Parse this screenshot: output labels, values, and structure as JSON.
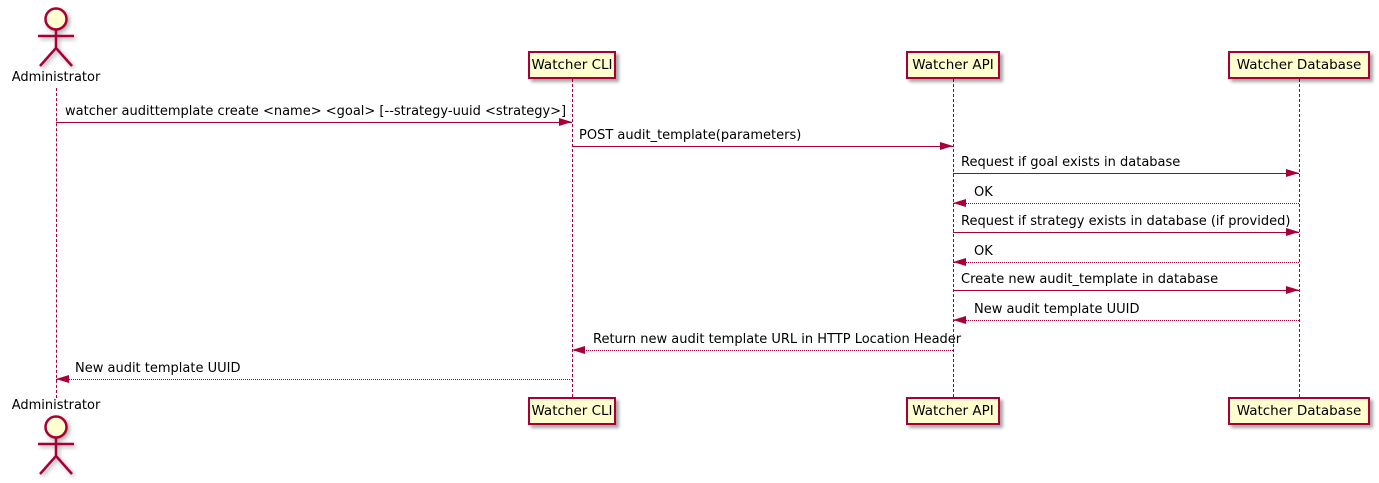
{
  "diagram": {
    "type": "uml-sequence-diagram",
    "colors": {
      "accent": "#A80036",
      "participant_fill": "#FEFECE",
      "text": "#000000",
      "background": "#FFFFFF"
    },
    "actor": {
      "label": "Administrator",
      "icon": "stick-figure-actor-icon"
    },
    "participants": [
      {
        "label": "Watcher CLI"
      },
      {
        "label": "Watcher API"
      },
      {
        "label": "Watcher Database"
      }
    ],
    "messages": [
      {
        "from": "Administrator",
        "to": "Watcher CLI",
        "style": "solid",
        "text": "watcher audittemplate create <name> <goal> [--strategy-uuid <strategy>]"
      },
      {
        "from": "Watcher CLI",
        "to": "Watcher API",
        "style": "solid",
        "text": "POST audit_template(parameters)"
      },
      {
        "from": "Watcher API",
        "to": "Watcher Database",
        "style": "solid",
        "text": "Request if goal exists in database"
      },
      {
        "from": "Watcher Database",
        "to": "Watcher API",
        "style": "dotted",
        "text": "OK"
      },
      {
        "from": "Watcher API",
        "to": "Watcher Database",
        "style": "solid",
        "text": "Request if strategy exists in database (if provided)"
      },
      {
        "from": "Watcher Database",
        "to": "Watcher API",
        "style": "dotted",
        "text": "OK"
      },
      {
        "from": "Watcher API",
        "to": "Watcher Database",
        "style": "solid",
        "text": "Create new audit_template in database"
      },
      {
        "from": "Watcher Database",
        "to": "Watcher API",
        "style": "dotted",
        "text": "New audit template UUID"
      },
      {
        "from": "Watcher API",
        "to": "Watcher CLI",
        "style": "dotted",
        "text": "Return new audit template URL in HTTP Location Header"
      },
      {
        "from": "Watcher CLI",
        "to": "Administrator",
        "style": "dotted",
        "text": "New audit template UUID"
      }
    ]
  }
}
